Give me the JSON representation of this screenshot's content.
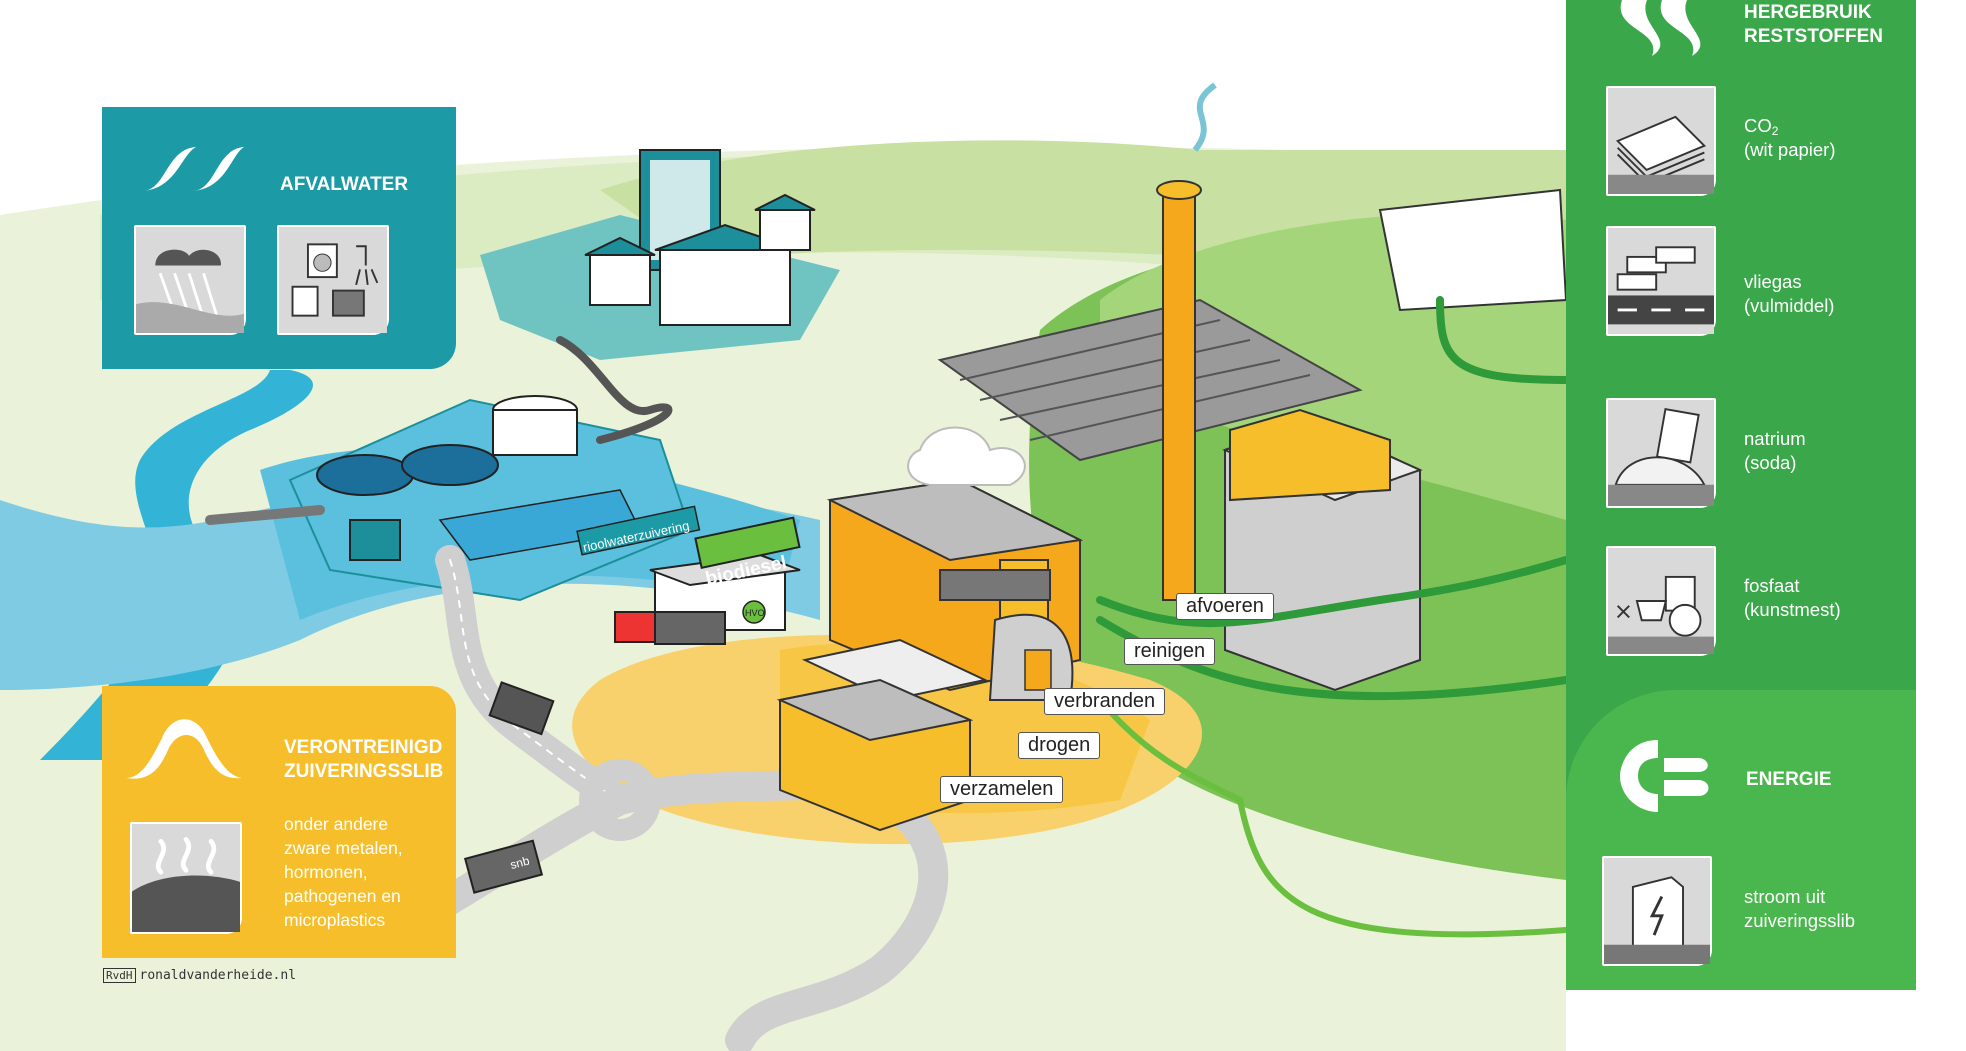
{
  "panels": {
    "afvalwater": {
      "title": "AFVALWATER",
      "icons": [
        "rain-icon",
        "household-water-icon"
      ],
      "color": "#1c9aa6"
    },
    "slib": {
      "title_line1": "VERONTREINIGD",
      "title_line2": "ZUIVERINGSSLIB",
      "description_lines": [
        "onder andere",
        "zware metalen,",
        "hormonen,",
        "pathogenen en",
        "microplastics"
      ],
      "icon": "sludge-icon",
      "color": "#f6be2b"
    },
    "hergebruik": {
      "title_line1": "HERGEBRUIK",
      "title_line2": "RESTSTOFFEN",
      "color": "#3aa84a",
      "items": [
        {
          "line1_main": "CO",
          "line1_sub": "2",
          "line2": "(wit papier)",
          "icon": "paper-stack-icon"
        },
        {
          "line1": "vliegas",
          "line2": "(vulmiddel)",
          "icon": "road-blocks-icon"
        },
        {
          "line1": "natrium",
          "line2": "(soda)",
          "icon": "soda-pile-icon"
        },
        {
          "line1": "fosfaat",
          "line2": "(kunstmest)",
          "icon": "tractor-spreader-icon"
        }
      ],
      "energie": {
        "title": "ENERGIE",
        "line1": "stroom uit",
        "line2": "zuiveringsslib",
        "icon": "power-box-icon"
      }
    }
  },
  "scene_labels": {
    "rioolwaterzuivering": "rioolwaterzuivering",
    "biodiesel": "biodiesel",
    "hvo": "HVO",
    "truck_brand": "snb",
    "afvoeren": "afvoeren",
    "reinigen": "reinigen",
    "verbranden": "verbranden",
    "drogen": "drogen",
    "verzamelen": "verzamelen"
  },
  "credit": {
    "initials": "RvdH",
    "site": "ronaldvanderheide.nl"
  }
}
